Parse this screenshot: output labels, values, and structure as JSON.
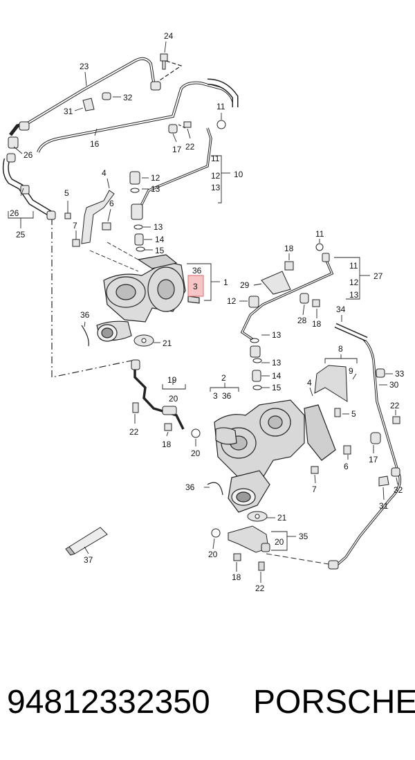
{
  "callouts": {
    "c24": "24",
    "c23": "23",
    "c32a": "32",
    "c31a": "31",
    "c26a": "26",
    "c16": "16",
    "c26b": "26",
    "c25": "25",
    "c11a": "11",
    "c17a": "17",
    "c22a": "22",
    "c11b": "11",
    "c12a": "12",
    "c13a": "13",
    "c10": "10",
    "c4a": "4",
    "c5a": "5",
    "c6a": "6",
    "c7a": "7",
    "c12b": "12",
    "c13b": "13",
    "c13c": "13",
    "c14a": "14",
    "c15a": "15",
    "c36a": "36",
    "c3a": "3",
    "c1": "1",
    "c36b": "36",
    "c21a": "21",
    "c19": "19",
    "c20a": "20",
    "c22b": "22",
    "c18a": "18",
    "c20b": "20",
    "c11c": "11",
    "c18b": "18",
    "c29": "29",
    "c11d": "11",
    "c12c": "12",
    "c13d": "13",
    "c27": "27",
    "c12d": "12",
    "c28": "28",
    "c18c": "18",
    "c34": "34",
    "c13e": "13",
    "c13f": "13",
    "c14b": "14",
    "c15b": "15",
    "c8": "8",
    "c9": "9",
    "c33": "33",
    "c30": "30",
    "c2": "2",
    "c3b": "3",
    "c36c": "36",
    "c4b": "4",
    "c5b": "5",
    "c22c": "22",
    "c17b": "17",
    "c6b": "6",
    "c7b": "7",
    "c32b": "32",
    "c31b": "31",
    "c36d": "36",
    "c21b": "21",
    "c35": "35",
    "c20c": "20",
    "c20d": "20",
    "c18d": "18",
    "c22d": "22",
    "c37": "37"
  },
  "footer": {
    "part_number": "94812332350",
    "brand": "PORSCHE"
  },
  "highlight": {
    "color": "#f6c6c6",
    "target_callout": "3"
  }
}
